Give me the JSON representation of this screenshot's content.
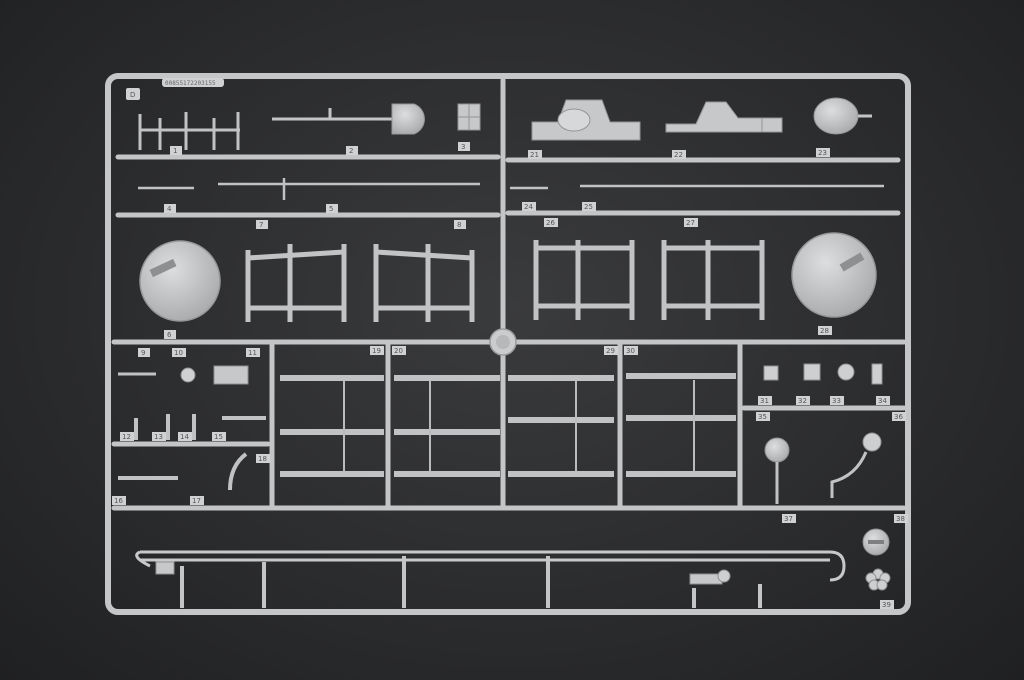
{
  "sprue": {
    "letter": "D",
    "code": "00855172203155",
    "plastic_color": "#bfc1c3",
    "plastic_shadow": "#8e9092",
    "background_color": "#2c2d2f"
  },
  "part_numbers": [
    "1",
    "2",
    "3",
    "4",
    "5",
    "6",
    "7",
    "8",
    "9",
    "10",
    "11",
    "12",
    "13",
    "14",
    "15",
    "16",
    "17",
    "18",
    "19",
    "20",
    "21",
    "22",
    "23",
    "24",
    "25",
    "26",
    "27",
    "28",
    "29",
    "30",
    "31",
    "32",
    "33",
    "34",
    "35",
    "36",
    "37",
    "38",
    "39"
  ]
}
